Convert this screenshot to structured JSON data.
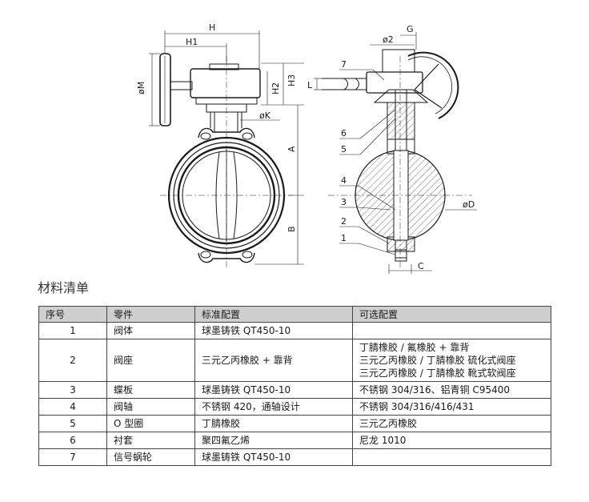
{
  "drawing": {
    "dim_labels": {
      "H": "H",
      "H1": "H1",
      "H2": "H2",
      "H3": "H3",
      "phiM": "øM",
      "phiK": "øK",
      "A": "A",
      "B": "B",
      "phi2": "ø2",
      "G": "G",
      "L": "L",
      "phiD": "øD",
      "C": "C"
    },
    "callouts": [
      "1",
      "2",
      "3",
      "4",
      "5",
      "6",
      "7"
    ]
  },
  "bom": {
    "title": "材料清单",
    "headers": [
      "序号",
      "零件",
      "标准配置",
      "可选配置"
    ],
    "rows": [
      {
        "no": "1",
        "part": "阀体",
        "standard": "球墨铸铁 QT450-10",
        "optional": [
          ""
        ]
      },
      {
        "no": "2",
        "part": "阀座",
        "standard": "三元乙丙橡胶 + 靠背",
        "optional": [
          "丁腈橡胶 / 氟橡胶 + 靠背",
          "三元乙丙橡胶 / 丁腈橡胶 硫化式阀座",
          "三元乙丙橡胶 / 丁腈橡胶 靴式软阀座"
        ]
      },
      {
        "no": "3",
        "part": "蝶板",
        "standard": "球墨铸铁 QT450-10",
        "optional": [
          "不锈钢 304/316、铝青铜 C95400"
        ]
      },
      {
        "no": "4",
        "part": "阀轴",
        "standard": "不锈钢 420，通轴设计",
        "optional": [
          "不锈钢 304/316/416/431"
        ]
      },
      {
        "no": "5",
        "part": "O 型圈",
        "standard": "丁腈橡胶",
        "optional": [
          "三元乙丙橡胶"
        ]
      },
      {
        "no": "6",
        "part": "衬套",
        "standard": "聚四氟乙烯",
        "optional": [
          "尼龙 1010"
        ]
      },
      {
        "no": "7",
        "part": "信号蜗轮",
        "standard": "球墨铸铁 QT450-10",
        "optional": [
          ""
        ]
      }
    ]
  }
}
